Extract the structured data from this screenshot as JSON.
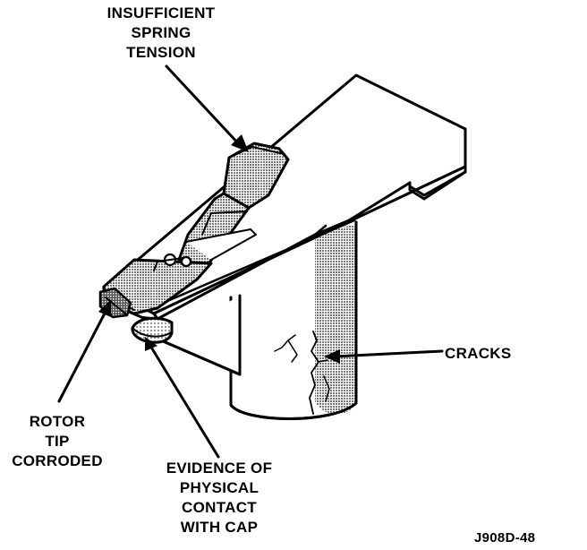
{
  "labels": {
    "spring": [
      "INSUFFICIENT",
      "SPRING",
      "TENSION"
    ],
    "cracks": "CRACKS",
    "rotor": [
      "ROTOR",
      "TIP",
      "CORRODED"
    ],
    "contact": [
      "EVIDENCE OF",
      "PHYSICAL",
      "CONTACT",
      "WITH CAP"
    ],
    "figure_code": "J908D-48"
  },
  "colors": {
    "ink": "#000000",
    "shade": "#8a8a8a",
    "paper": "#ffffff"
  }
}
